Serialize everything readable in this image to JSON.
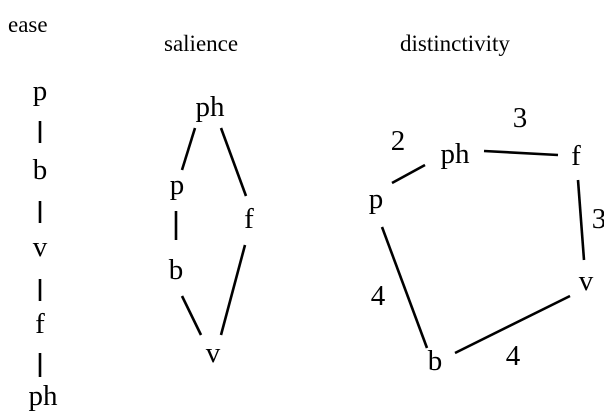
{
  "ease": {
    "title": "ease",
    "nodes": [
      "p",
      "b",
      "v",
      "f",
      "ph"
    ]
  },
  "salience": {
    "title": "salience",
    "nodes": [
      "ph",
      "p",
      "f",
      "b",
      "v"
    ]
  },
  "distinctivity": {
    "title": "distinctivity",
    "nodes": [
      "p",
      "ph",
      "f",
      "v",
      "b"
    ],
    "weights": {
      "p_ph": "2",
      "ph_f": "3",
      "f_v": "3",
      "v_b": "4",
      "b_p": "4"
    }
  }
}
